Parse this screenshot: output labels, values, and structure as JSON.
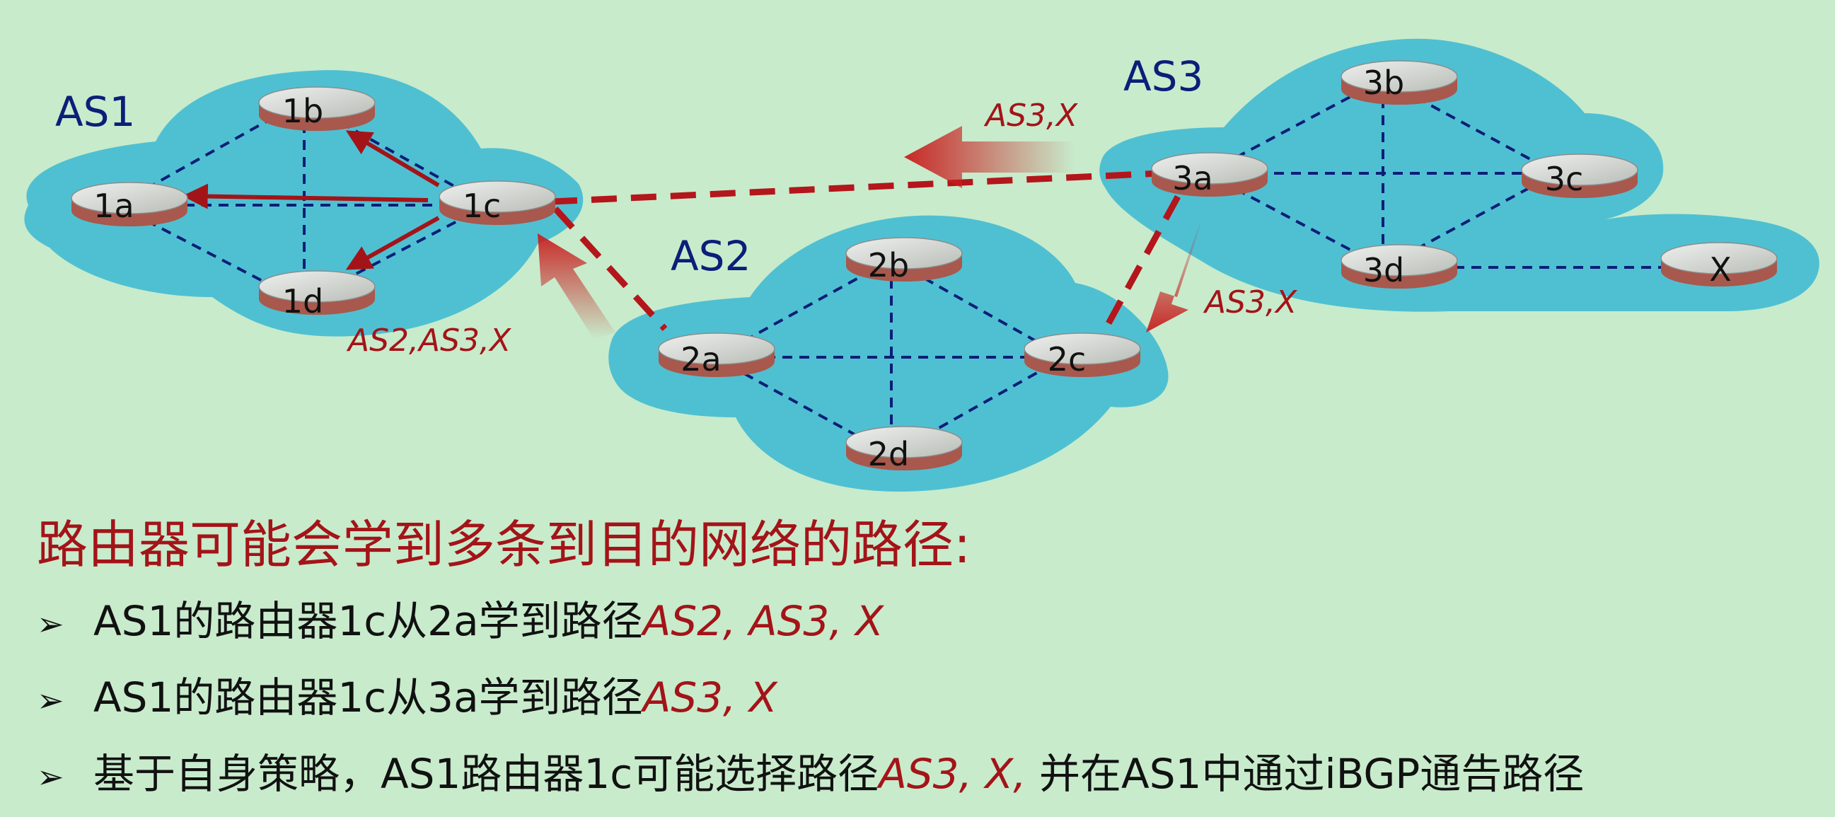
{
  "diagram": {
    "as_labels": {
      "as1": "AS1",
      "as2": "AS2",
      "as3": "AS3"
    },
    "routers": {
      "r1a": "1a",
      "r1b": "1b",
      "r1c": "1c",
      "r1d": "1d",
      "r2a": "2a",
      "r2b": "2b",
      "r2c": "2c",
      "r2d": "2d",
      "r3a": "3a",
      "r3b": "3b",
      "r3c": "3c",
      "r3d": "3d",
      "rx": "X"
    },
    "path_labels": {
      "top": "AS3,X",
      "right": "AS3,X",
      "left": "AS2,AS3,X"
    },
    "colors": {
      "background": "#c8ebcc",
      "as_cloud": "#4fc0d2",
      "link": "#0b1e78",
      "ebgp_link": "#b3161b",
      "highlight": "#a31418"
    }
  },
  "text": {
    "heading": "路由器可能会学到多条到目的网络的路径:",
    "bullet_marker": "➢",
    "bullets": [
      {
        "plain": "AS1的路由器1c从2a学到路径",
        "highlight": "AS2,  AS3, X",
        "suffix": ""
      },
      {
        "plain": "AS1的路由器1c从3a学到路径",
        "highlight": "AS3, X",
        "suffix": ""
      },
      {
        "plain": "基于自身策略，AS1路由器1c可能选择路径",
        "highlight": "AS3, X,",
        "suffix": " 并在AS1中通过iBGP通告路径"
      }
    ]
  }
}
